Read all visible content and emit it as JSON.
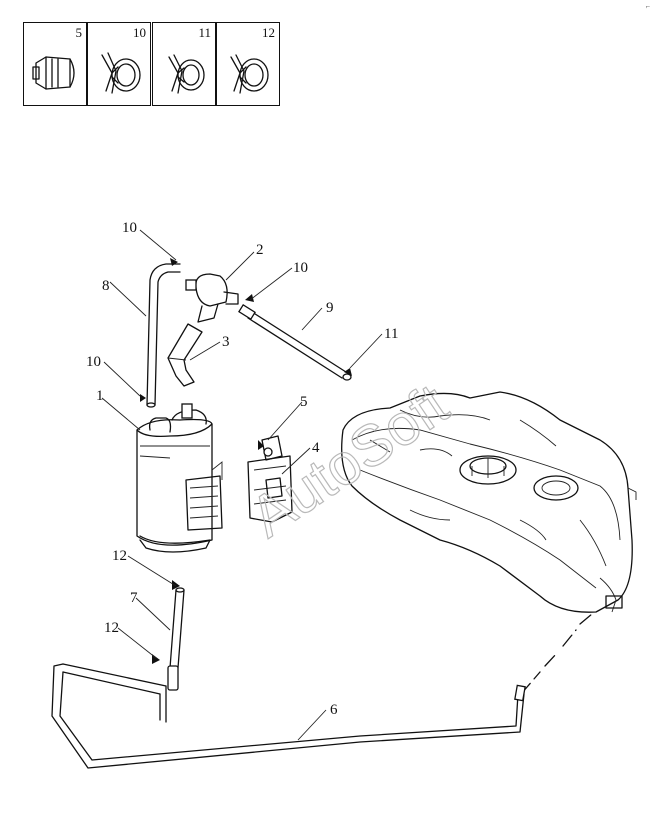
{
  "legend": {
    "items": [
      {
        "number": "5"
      },
      {
        "number": "10"
      },
      {
        "number": "11"
      },
      {
        "number": "12"
      }
    ]
  },
  "watermark": "AutoSoft",
  "corner_mark": "⌐",
  "callouts": {
    "p1": "1",
    "p2": "2",
    "p3": "3",
    "p4": "4",
    "p5": "5",
    "p6": "6",
    "p7": "7",
    "p8": "8",
    "p9": "9",
    "p10a": "10",
    "p10b": "10",
    "p10c": "10",
    "p11": "11",
    "p12a": "12",
    "p12b": "12"
  }
}
